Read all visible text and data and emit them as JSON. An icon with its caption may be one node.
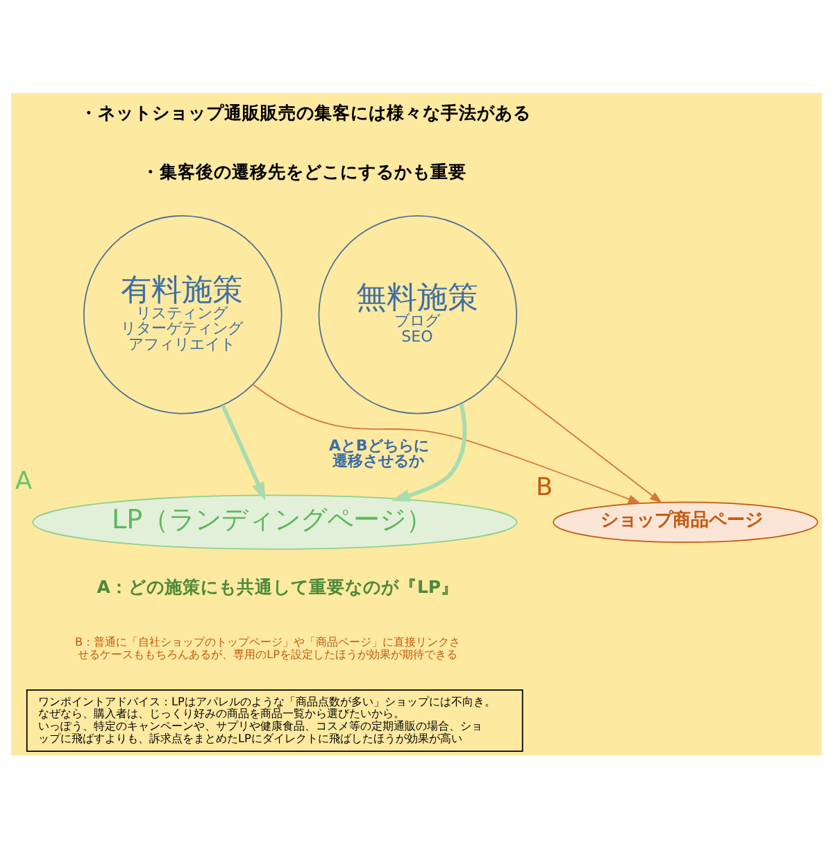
{
  "diagram": {
    "nodes": [
      {
        "text": [
          "有料施策",
          "リスティング",
          "リターゲティング",
          "アフィリエイト"
        ]
      },
      {
        "text": [
          "無料施策",
          "ブログ",
          "SEO"
        ]
      },
      {
        "text": [
          "LP（ランディングページ）"
        ],
        "beside": [
          "A"
        ]
      },
      {
        "text": [
          "ショップ商品ページ"
        ],
        "beside": [
          "B"
        ]
      },
      {
        "text": [
          "ワンポイントアドバイス：LPはアパレルのような「商品点数が多い」ショップには不向き。",
          "なぜなら、購入者は、じっくり好みの商品を商品一覧から選びたいから。",
          "いっぽう、特定のキャンペーンや、サプリや健康食品、コスメ等の定期通販の場合、ショップに飛ばすよりも、訴求点をまとめたLPにダイレクトに飛ばしたほうが効果が高い"
        ]
      }
    ],
    "edges": [
      {
        "from": 0,
        "to": 2,
        "arrow": "to",
        "style": "thick",
        "color": "#a8dcae"
      },
      {
        "from": 0,
        "to": 3,
        "arrow": "to",
        "color": "#d8773a"
      },
      {
        "from": 1,
        "to": 2,
        "arrow": "to",
        "style": "thick",
        "color": "#a8dcae"
      },
      {
        "from": 1,
        "to": 3,
        "arrow": "to",
        "color": "#d8773a"
      }
    ],
    "labels": [
      "・ネットショップ通販販売の集客には様々な手法がある",
      "・集客後の遷移先をどこにするかも重要",
      "AとBどちらに遷移させるか",
      "A：どの施策にも共通して重要なのが『LP』",
      "B：普通に「自社ショップのトップページ」や「商品ページ」に直接リンクさせるケースももちろんあるが、専用のLPを設定したほうが効果が期待できる"
    ]
  }
}
